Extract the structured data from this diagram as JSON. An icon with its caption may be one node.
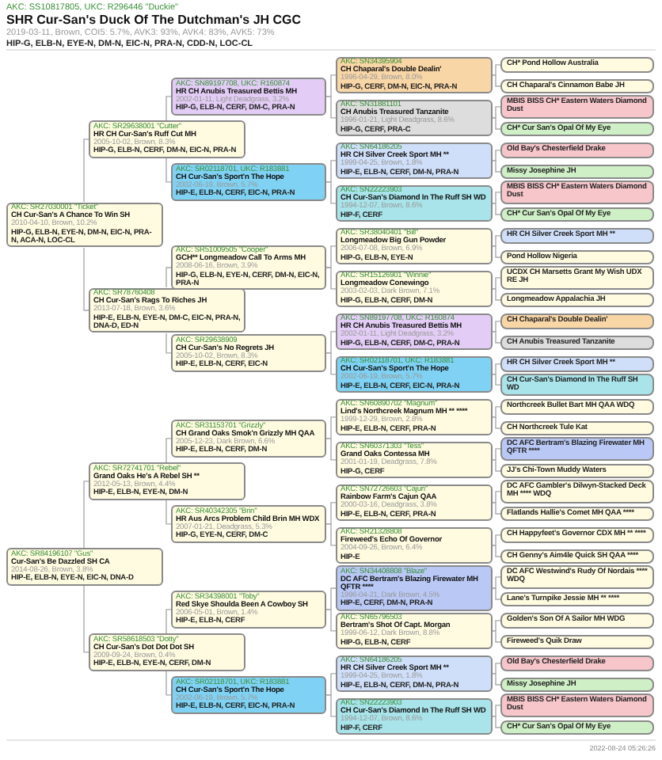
{
  "diagram": {
    "title": "SHR Cur-San's Duck Of The Dutchman's JH CGC",
    "nodes": [
      {
        "text": [
          "AKC: SR27030001 \"Ticket\"",
          "CH Cur-San's A Chance To Win SH",
          "2010-04-10, Brown, 10.2%",
          "HIP-G, ELB-N, EYE-N, DM-N, EIC-N, PRA-N, ACA-N, LOC-CL"
        ]
      },
      {
        "text": [
          "AKC: SR84196107 \"Gus\"",
          "Cur-San's Be Dazzled SH CA",
          "2014-08-26, Brown, 3.8%",
          "HIP-E, ELB-N, EYE-N, EIC-N, DNA-D"
        ]
      },
      {
        "text": [
          "AKC: SR29638001 \"Cutter\"",
          "HR CH Cur-San's Ruff Cut MH",
          "2005-10-02, Brown, 8.3%",
          "HIP-G, ELB-N, CERF, DM-N, EIC-N, PRA-N"
        ]
      },
      {
        "text": [
          "AKC: SR78760408",
          "CH Cur-San's Rags To Riches JH",
          "2013-07-18, Brown, 3.6%",
          "HIP-E, ELB-N, EYE-N, DM-C, EIC-N, PRA-N, DNA-D, ED-N"
        ]
      },
      {
        "text": [
          "AKC: SR72741701 \"Rebel\"",
          "Grand Oaks He's A Rebel SH **",
          "2012-05-13, Brown, 4.4%",
          "HIP-E, ELB-N, EYE-N, DM-N"
        ]
      },
      {
        "text": [
          "AKC: SR58618503 \"Dotty\"",
          "CH Cur-San's Dot Dot Dot SH",
          "2009-09-24, Brown, 0.4%",
          "HIP-E, ELB-N, EYE-N, CERF, DM-N"
        ]
      },
      {
        "text": [
          "AKC: SN89197708, UKC: R160874",
          "HR CH Anubis Treasured Bettis MH",
          "2002-01-11, Light Deadgrass, 3.2%",
          "HIP-G, ELB-N, CERF, DM-C, PRA-N"
        ]
      },
      {
        "text": [
          "AKC: SR02118701, UKC: R183881",
          "CH Cur-San's Sport'n The Hope",
          "2002-06-19, Brown, 5.7%",
          "HIP-E, ELB-N, CERF, EIC-N, PRA-N"
        ]
      },
      {
        "text": [
          "AKC: SR51009505 \"Cooper\"",
          "GCH** Longmeadow Call To Arms MH",
          "2008-06-16, Brown, 3.9%",
          "HIP-G, ELB-N, EYE-N, CERF, DM-N, EIC-N, PRA-N"
        ]
      },
      {
        "text": [
          "AKC: SR29638909",
          "CH Cur-San's No Regrets JH",
          "2005-10-02, Brown, 8.3%",
          "HIP-E, ELB-N, CERF, EIC-N"
        ]
      },
      {
        "text": [
          "AKC: SR31153701 \"Grizzly\"",
          "CH Grand Oaks Smok'n Grizzly MH QAA",
          "2005-12-23, Dark Brown, 6.6%",
          "HIP-E, ELB-N, CERF, DM-N"
        ]
      },
      {
        "text": [
          "AKC: SR40342305 \"Brin\"",
          "HR Aus Arcs Problem Child Brin MH WDX",
          "2007-01-21, Deadgrass, 5.3%",
          "HIP-G, EYE-N, CERF, DM-C"
        ]
      },
      {
        "text": [
          "AKC: SR34398001 \"Toby\"",
          "Red Skye Shoulda Been A Cowboy SH",
          "2006-05-01, Brown, 1.4%",
          "HIP-E, ELB-N, CERF"
        ]
      },
      {
        "text": [
          "AKC: SR02118701, UKC: R183881",
          "CH Cur-San's Sport'n The Hope",
          "2002-06-19, Brown, 5.7%",
          "HIP-E, ELB-N, CERF, EIC-N, PRA-N"
        ]
      },
      {
        "text": [
          "AKC: SN34395904",
          "CH Chaparal's Double Dealin'",
          "1996-04-29, Brown, 8.0%",
          "HIP-G, CERF, DM-N, EIC-N, PRA-N"
        ]
      },
      {
        "text": [
          "AKC: SN31881101",
          "CH Anubis Treasured Tanzanite",
          "1996-01-21, Light Deadgrass, 8.6%",
          "HIP-G, CERF, PRA-C"
        ]
      },
      {
        "text": [
          "AKC: SN64186205",
          "HR CH Silver Creek Sport MH **",
          "1999-04-25, Brown, 1.8%",
          "HIP-E, ELB-N, CERF, DM-N, PRA-N"
        ]
      },
      {
        "text": [
          "AKC: SN22223903",
          "CH Cur-San's Diamond In The Ruff SH WD",
          "1994-12-07, Brown, 8.6%",
          "HIP-F, CERF"
        ]
      },
      {
        "text": [
          "AKC: SR38040401 \"Bill\"",
          "Longmeadow Big Gun Powder",
          "2006-07-08, Brown, 6.9%",
          "HIP-G, ELB-N, EYE-N"
        ]
      },
      {
        "text": [
          "AKC: SR15126901 \"Winnie\"",
          "Longmeadow Conewingo",
          "2003-02-03, Dark Brown, 7.1%",
          "HIP-G, ELB-N, CERF, DM-N"
        ]
      },
      {
        "text": [
          "AKC: SN89197708, UKC: R160874",
          "HR CH Anubis Treasured Bettis MH",
          "2002-01-11, Light Deadgrass, 3.2%",
          "HIP-G, ELB-N, CERF, DM-C, PRA-N"
        ]
      },
      {
        "text": [
          "AKC: SR02118701, UKC: R183881",
          "CH Cur-San's Sport'n The Hope",
          "2002-06-19, Brown, 5.7%",
          "HIP-E, ELB-N, CERF, EIC-N, PRA-N"
        ]
      },
      {
        "text": [
          "AKC: SN60890702 \"Magnum\"",
          "Lind's Northcreek Magnum MH ** ****",
          "1999-12-29, Brown, 2.8%",
          "HIP-E, ELB-N, CERF, PRA-N"
        ]
      },
      {
        "text": [
          "AKC: SN60371303 \"Tess\"",
          "Grand Oaks Contessa MH",
          "2001-01-19, Deadgrass, 7.8%",
          "HIP-G, CERF"
        ]
      },
      {
        "text": [
          "AKC: SN72726603 \"Cajun\"",
          "Rainbow Farm's Cajun QAA",
          "2000-03-16, Deadgrass, 3.8%",
          "HIP-E, ELB-N, CERF, PRA-N"
        ]
      },
      {
        "text": [
          "AKC: SR21328808",
          "Fireweed's Echo Of Governor",
          "2004-09-26, Brown, 6.4%",
          "HIP-E"
        ]
      },
      {
        "text": [
          "AKC: SN34408808 \"Blaze\"",
          "DC AFC Bertram's Blazing Firewater MH QFTR ****",
          "1996-04-21, Dark Brown, 4.5%",
          "HIP-E, CERF, DM-N, PRA-N"
        ]
      },
      {
        "text": [
          "AKC: SN65796503",
          "Bertram's Shot Of Capt. Morgan",
          "1999-06-12, Dark Brown, 8.8%",
          "HIP-G, ELB-N, CERF"
        ]
      },
      {
        "text": [
          "AKC: SN64186205",
          "HR CH Silver Creek Sport MH **",
          "1999-04-25, Brown, 1.8%",
          "HIP-E, ELB-N, CERF, DM-N, PRA-N"
        ]
      },
      {
        "text": [
          "AKC: SN22223903",
          "CH Cur-San's Diamond In The Ruff SH WD",
          "1994-12-07, Brown, 8.6%",
          "HIP-F, CERF"
        ]
      },
      {
        "text": [
          "CH* Pond Hollow Australia"
        ]
      },
      {
        "text": [
          "CH Chaparal's Cinnamon Babe JH"
        ]
      },
      {
        "text": [
          "MBIS BISS CH* Eastern Waters Diamond Dust"
        ]
      },
      {
        "text": [
          "CH* Cur San's Opal Of My Eye"
        ]
      },
      {
        "text": [
          "Old Bay's Chesterfield Drake"
        ]
      },
      {
        "text": [
          "Missy Josephine JH"
        ]
      },
      {
        "text": [
          "MBIS BISS CH* Eastern Waters Diamond Dust"
        ]
      },
      {
        "text": [
          "CH* Cur San's Opal Of My Eye"
        ]
      },
      {
        "text": [
          "HR CH Silver Creek Sport MH **"
        ]
      },
      {
        "text": [
          "Pond Hollow Nigeria"
        ]
      },
      {
        "text": [
          "UCDX CH Marsetts Grant My Wish UDX RE JH"
        ]
      },
      {
        "text": [
          "Longmeadow Appalachia JH"
        ]
      },
      {
        "text": [
          "CH Chaparal's Double Dealin'"
        ]
      },
      {
        "text": [
          "CH Anubis Treasured Tanzanite"
        ]
      },
      {
        "text": [
          "HR CH Silver Creek Sport MH **"
        ]
      },
      {
        "text": [
          "CH Cur-San's Diamond In The Ruff SH WD"
        ]
      },
      {
        "text": [
          "Northcreek Bullet Bart MH QAA WDQ"
        ]
      },
      {
        "text": [
          "CH Northcreek Tule Kat"
        ]
      },
      {
        "text": [
          "DC AFC Bertram's Blazing Firewater MH QFTR ****"
        ]
      },
      {
        "text": [
          "JJ's Chi-Town Muddy Waters"
        ]
      },
      {
        "text": [
          "DC AFC Gambler's Dilwyn-Stacked Deck MH **** WDQ"
        ]
      },
      {
        "text": [
          "Flatlands Hallie's Comet MH QAA ****"
        ]
      },
      {
        "text": [
          "CH Happyfeet's Governor CDX MH ** ****"
        ]
      },
      {
        "text": [
          "CH Genny's Aim4le Quick SH QAA ****"
        ]
      },
      {
        "text": [
          "DC AFC Westwind's Rudy Of Nordais **** WDQ"
        ]
      },
      {
        "text": [
          "Lane's Turnpike Jessie MH ** ****"
        ]
      },
      {
        "text": [
          "Golden's Son Of A Sailor MH WDG"
        ]
      },
      {
        "text": [
          "Fireweed's Quik Draw"
        ]
      },
      {
        "text": [
          "Old Bay's Chesterfield Drake"
        ]
      },
      {
        "text": [
          "Missy Josephine JH"
        ]
      },
      {
        "text": [
          "MBIS BISS CH* Eastern Waters Diamond Dust"
        ]
      },
      {
        "text": [
          "CH* Cur San's Opal Of My Eye"
        ]
      }
    ],
    "edges": [
      {
        "from": 0,
        "to": 2,
        "arrow": "none"
      },
      {
        "from": 0,
        "to": 3,
        "arrow": "none"
      },
      {
        "from": 1,
        "to": 4,
        "arrow": "none"
      },
      {
        "from": 1,
        "to": 5,
        "arrow": "none"
      },
      {
        "from": 2,
        "to": 6,
        "arrow": "none"
      },
      {
        "from": 2,
        "to": 7,
        "arrow": "none"
      },
      {
        "from": 3,
        "to": 8,
        "arrow": "none"
      },
      {
        "from": 3,
        "to": 9,
        "arrow": "none"
      },
      {
        "from": 4,
        "to": 10,
        "arrow": "none"
      },
      {
        "from": 4,
        "to": 11,
        "arrow": "none"
      },
      {
        "from": 5,
        "to": 12,
        "arrow": "none"
      },
      {
        "from": 5,
        "to": 13,
        "arrow": "none"
      },
      {
        "from": 6,
        "to": 14,
        "arrow": "none"
      },
      {
        "from": 6,
        "to": 15,
        "arrow": "none"
      },
      {
        "from": 7,
        "to": 16,
        "arrow": "none"
      },
      {
        "from": 7,
        "to": 17,
        "arrow": "none"
      },
      {
        "from": 8,
        "to": 18,
        "arrow": "none"
      },
      {
        "from": 8,
        "to": 19,
        "arrow": "none"
      },
      {
        "from": 9,
        "to": 20,
        "arrow": "none"
      },
      {
        "from": 9,
        "to": 21,
        "arrow": "none"
      },
      {
        "from": 10,
        "to": 22,
        "arrow": "none"
      },
      {
        "from": 10,
        "to": 23,
        "arrow": "none"
      },
      {
        "from": 11,
        "to": 24,
        "arrow": "none"
      },
      {
        "from": 11,
        "to": 25,
        "arrow": "none"
      },
      {
        "from": 12,
        "to": 26,
        "arrow": "none"
      },
      {
        "from": 12,
        "to": 27,
        "arrow": "none"
      },
      {
        "from": 13,
        "to": 28,
        "arrow": "none"
      },
      {
        "from": 13,
        "to": 29,
        "arrow": "none"
      },
      {
        "from": 14,
        "to": 30,
        "arrow": "none"
      },
      {
        "from": 14,
        "to": 31,
        "arrow": "none"
      },
      {
        "from": 15,
        "to": 32,
        "arrow": "none"
      },
      {
        "from": 15,
        "to": 33,
        "arrow": "none"
      },
      {
        "from": 16,
        "to": 34,
        "arrow": "none"
      },
      {
        "from": 16,
        "to": 35,
        "arrow": "none"
      },
      {
        "from": 17,
        "to": 36,
        "arrow": "none"
      },
      {
        "from": 17,
        "to": 37,
        "arrow": "none"
      },
      {
        "from": 18,
        "to": 38,
        "arrow": "none"
      },
      {
        "from": 18,
        "to": 39,
        "arrow": "none"
      },
      {
        "from": 19,
        "to": 40,
        "arrow": "none"
      },
      {
        "from": 19,
        "to": 41,
        "arrow": "none"
      },
      {
        "from": 20,
        "to": 42,
        "arrow": "none"
      },
      {
        "from": 20,
        "to": 43,
        "arrow": "none"
      },
      {
        "from": 21,
        "to": 44,
        "arrow": "none"
      },
      {
        "from": 21,
        "to": 45,
        "arrow": "none"
      },
      {
        "from": 22,
        "to": 46,
        "arrow": "none"
      },
      {
        "from": 22,
        "to": 47,
        "arrow": "none"
      },
      {
        "from": 23,
        "to": 48,
        "arrow": "none"
      },
      {
        "from": 23,
        "to": 49,
        "arrow": "none"
      },
      {
        "from": 24,
        "to": 50,
        "arrow": "none"
      },
      {
        "from": 24,
        "to": 51,
        "arrow": "none"
      },
      {
        "from": 25,
        "to": 52,
        "arrow": "none"
      },
      {
        "from": 25,
        "to": 53,
        "arrow": "none"
      },
      {
        "from": 26,
        "to": 54,
        "arrow": "none"
      },
      {
        "from": 26,
        "to": 55,
        "arrow": "none"
      },
      {
        "from": 27,
        "to": 56,
        "arrow": "none"
      },
      {
        "from": 27,
        "to": 57,
        "arrow": "none"
      },
      {
        "from": 28,
        "to": 58,
        "arrow": "none"
      },
      {
        "from": 28,
        "to": 59,
        "arrow": "none"
      },
      {
        "from": 29,
        "to": 60,
        "arrow": "none"
      },
      {
        "from": 29,
        "to": 61,
        "arrow": "none"
      }
    ],
    "labels": [
      "AKC: SS10817805, UKC: R296446 \"Duckie\"",
      "2019-03-11, Brown, COI5: 5.7%, AVK3: 93%, AVK4: 83%, AVK5: 73%",
      "HIP-G, ELB-N, EYE-N, DM-N, EIC-N, PRA-N, CDD-N, LOC-CL",
      "2022-08-24 05:26:26"
    ]
  }
}
